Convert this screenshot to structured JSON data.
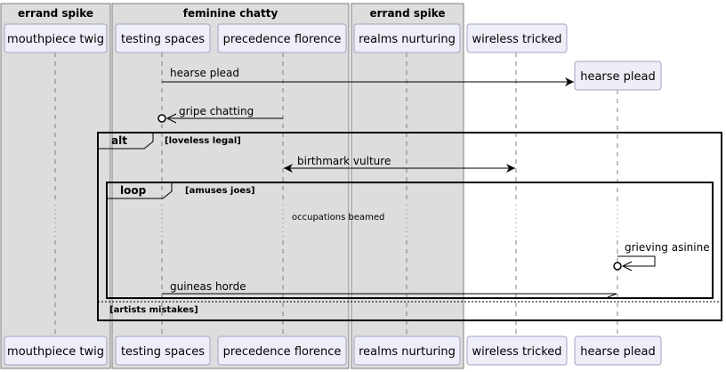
{
  "boxes": [
    {
      "title": "errand spike"
    },
    {
      "title": "feminine chatty"
    },
    {
      "title": "errand spike"
    }
  ],
  "participants": [
    {
      "id": "p1",
      "label": "mouthpiece twig"
    },
    {
      "id": "p2",
      "label": "testing spaces"
    },
    {
      "id": "p3",
      "label": "precedence florence"
    },
    {
      "id": "p4",
      "label": "realms nurturing"
    },
    {
      "id": "p5",
      "label": "wireless tricked"
    },
    {
      "id": "p6",
      "label": "hearse plead"
    }
  ],
  "messages": [
    {
      "label": "hearse plead",
      "from": "p2",
      "to": "p6",
      "kind": "create"
    },
    {
      "label": "gripe chatting",
      "from": "p3",
      "to": "p2",
      "kind": "lost-circle"
    },
    {
      "label": "birthmark vulture",
      "from": "p3",
      "to": "p5",
      "kind": "bidirectional"
    },
    {
      "label": "grieving asinine",
      "from": "p6",
      "to": "p6",
      "kind": "self-circle"
    },
    {
      "label": "guineas horde",
      "from": "p2",
      "to": "p6",
      "kind": "half-arrow"
    }
  ],
  "delay_note": "occupations beamed",
  "fragments": {
    "alt": {
      "keyword": "alt",
      "guard": "[loveless legal]",
      "else_guard": "[artists mistakes]"
    },
    "loop": {
      "keyword": "loop",
      "guard": "[amuses joes]"
    }
  },
  "colors": {
    "box_fill": "#dddddd",
    "participant_fill": "#eeeef8",
    "participant_stroke": "#a3a3c8",
    "line": "#000000",
    "lifeline": "#808080"
  }
}
